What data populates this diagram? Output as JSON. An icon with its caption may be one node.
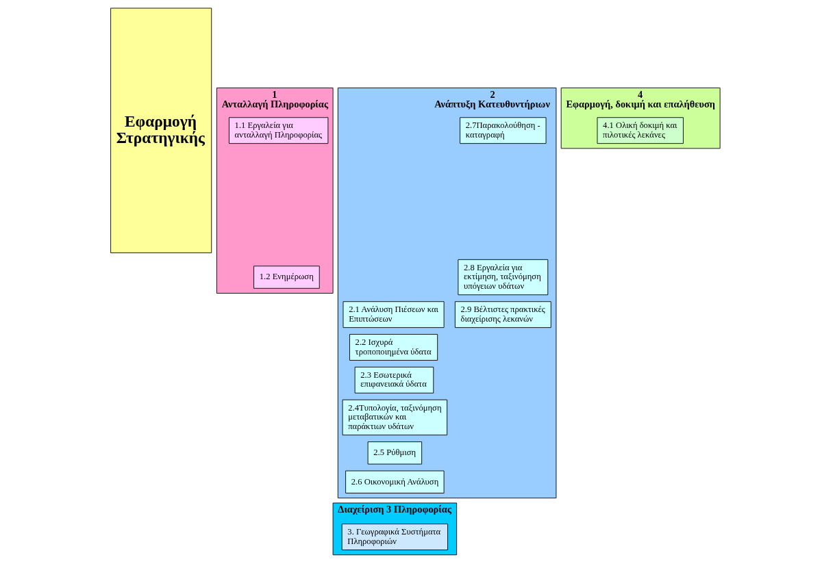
{
  "diagram": {
    "nodes": [
      {
        "text": [
          "Εφαρμογή Στρατηγικής"
        ]
      },
      {
        "text": [
          "1",
          "Ανταλλαγή Πληροφορίας"
        ]
      },
      {
        "text": [
          "1.1 Εργαλεία για ανταλλαγή Πληροφορίας"
        ],
        "in": 1
      },
      {
        "text": [
          "1.2 Ενημέρωση"
        ],
        "in": 1
      },
      {
        "text": [
          "2",
          "Ανάπτυξη Κατευθυντήριων"
        ]
      },
      {
        "text": [
          "2.1 Ανάλυση Πιέσεων και Επιπτώσεων"
        ],
        "in": 4
      },
      {
        "text": [
          "2.2 Ισχυρά  τροποποιημένα ύδατα"
        ],
        "in": 4
      },
      {
        "text": [
          "2.3 Εσωτερικά επιφανειακά ύδατα"
        ],
        "in": 4
      },
      {
        "text": [
          "2.4Τυπολογία, ταξινόμηση μεταβατικών και παράκτιων υδάτων"
        ],
        "in": 4
      },
      {
        "text": [
          "2.5 Ρύθμιση"
        ],
        "in": 4
      },
      {
        "text": [
          "2.6 Οικονομική Ανάλυση"
        ],
        "in": 4
      },
      {
        "text": [
          "2.7Παρακολούθηση - καταγραφή"
        ],
        "in": 4
      },
      {
        "text": [
          "2.8 Εργαλεία για εκτίμηση, ταξινόμηση υπόγειων υδάτων"
        ],
        "in": 4
      },
      {
        "text": [
          "2.9 Βέλτιστες πρακτικές διαχείρισης λεκανών"
        ],
        "in": 4
      },
      {
        "text": [
          "Διαχείριση 3 Πληροφορίας"
        ]
      },
      {
        "text": [
          "3. Γεωγραφικά Συστήματα Πληροφοριών"
        ],
        "in": 14
      },
      {
        "text": [
          "4",
          "Εφαρμογή, δοκιμή και επαλήθευση"
        ]
      },
      {
        "text": [
          "4.1 Ολική δοκιμή και πιλοτικές λεκάνες"
        ],
        "in": 16
      }
    ]
  }
}
